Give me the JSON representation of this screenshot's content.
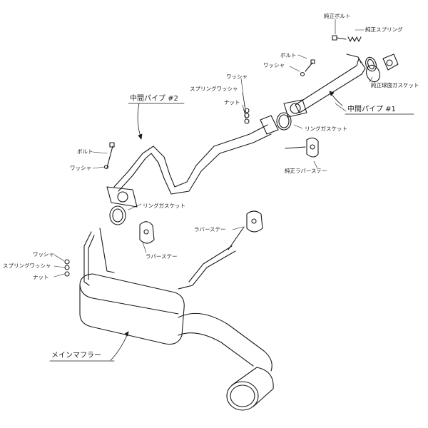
{
  "labels": {
    "genuine_bolt": "純正ボルト",
    "genuine_spring": "純正スプリング",
    "bolt_top": "ボルト",
    "washer_top": "ワッシャ",
    "genuine_ball_gasket": "純正球面ガスケット",
    "washer_mid": "ワッシャ",
    "spring_washer_mid": "スプリングワッシャ",
    "nut_mid": "ナット",
    "center_pipe_1": "中間パイプ #1",
    "center_pipe_2": "中間パイプ #2",
    "ring_gasket_1": "リングガスケット",
    "genuine_rubber_stay": "純正ラバーステー",
    "bolt_left": "ボルト",
    "washer_left": "ワッシャ",
    "ring_gasket_2": "リングガスケット",
    "rubber_stay_right": "ラバーステー",
    "rubber_stay_center": "ラバーステー",
    "washer_low": "ワッシャ",
    "spring_washer_low": "スプリングワッシャ",
    "nut_low": "ナット",
    "main_muffler": "メインマフラー"
  }
}
